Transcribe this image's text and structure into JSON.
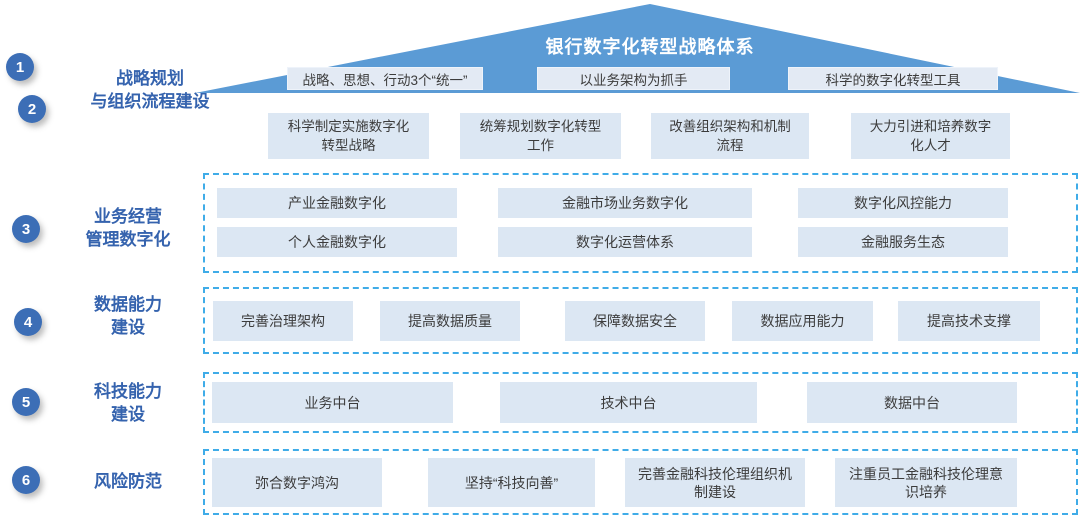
{
  "diagram_title": "银行数字化转型战略体系",
  "colors": {
    "roof_blue": "#5B9BD5",
    "step_circle_blue": "#3C6EB6",
    "rail_label_blue": "#3563AE",
    "light_box_fill": "#DCE7F3",
    "dashed_border_blue": "#3FACE8",
    "box_text": "#3c3c3c",
    "title_text": "#ffffff"
  },
  "steps": [
    "1",
    "2",
    "3",
    "4",
    "5",
    "6"
  ],
  "rail_labels": [
    {
      "lines": [
        "战略规划",
        "与组织流程建设"
      ]
    },
    {
      "lines": [
        "业务经营",
        "管理数字化"
      ]
    },
    {
      "lines": [
        "数据能力",
        "建设"
      ]
    },
    {
      "lines": [
        "科技能力",
        "建设"
      ]
    },
    {
      "lines": [
        "风险防范"
      ]
    }
  ],
  "roof": {
    "title": "银行数字化转型战略体系",
    "pillars": [
      "战略、思想、行动3个“统一”",
      "以业务架构为抓手",
      "科学的数字化转型工具"
    ]
  },
  "strategy_row": [
    "科学制定实施数字化转型战略",
    "统筹规划数字化转型工作",
    "改善组织架构和机制流程",
    "大力引进和培养数字化人才"
  ],
  "sections": {
    "business": {
      "rows": [
        [
          "产业金融数字化",
          "金融市场业务数字化",
          "数字化风控能力"
        ],
        [
          "个人金融数字化",
          "数字化运营体系",
          "金融服务生态"
        ]
      ]
    },
    "data": {
      "boxes": [
        "完善治理架构",
        "提高数据质量",
        "保障数据安全",
        "数据应用能力",
        "提高技术支撑"
      ]
    },
    "tech": {
      "boxes": [
        "业务中台",
        "技术中台",
        "数据中台"
      ]
    },
    "risk": {
      "boxes": [
        "弥合数字鸿沟",
        "坚持“科技向善”",
        "完善金融科技伦理组织机制建设",
        "注重员工金融科技伦理意识培养"
      ]
    }
  }
}
